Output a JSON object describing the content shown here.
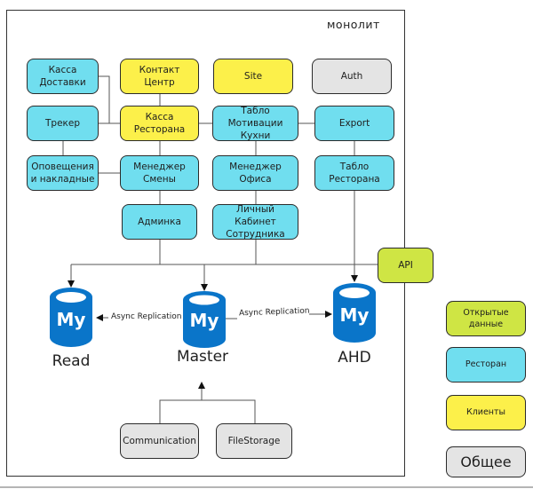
{
  "diagram": {
    "frame_title": "монолит",
    "boxes": {
      "kassa_dostavki": "Касса\nДоставки",
      "kontakt_centr": "Контакт Центр",
      "site": "Site",
      "auth": "Auth",
      "treker": "Трекер",
      "kassa_restorana": "Касса Ресторана",
      "tablo_motivacii": "Табло Мотивации\nКухни",
      "export": "Export",
      "opovescheniya": "Оповещения\nи накладные",
      "menedzher_smeny": "Менеджер\nСмены",
      "menedzher_ofisa": "Менеджер\nОфиса",
      "tablo_restorana": "Табло Ресторана",
      "adminka": "Админка",
      "lichny_kabinet": "Личный Кабинет\nСотрудника",
      "api": "API",
      "communication": "Communication",
      "filestorage": "FileStorage"
    },
    "databases": {
      "read": {
        "label": "Read",
        "logo": "My"
      },
      "master": {
        "label": "Master",
        "logo": "My"
      },
      "ahd": {
        "label": "AHD",
        "logo": "My"
      }
    },
    "replication": {
      "left": "Async Replication",
      "right": "Async Replication"
    },
    "colors": {
      "restaurant": "#70deef",
      "clients": "#fcf04a",
      "common": "#e4e4e4",
      "open_data": "#cfe544",
      "mysql": "#0a75c9"
    }
  },
  "legend": {
    "open_data": "Открытые\nданные",
    "restaurant": "Ресторан",
    "clients": "Клиенты",
    "common": "Общее"
  }
}
